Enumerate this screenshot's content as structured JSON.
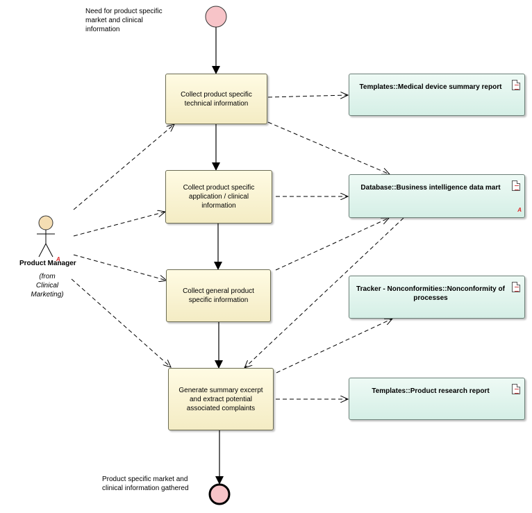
{
  "start_note": "Need for product specific market and clinical information",
  "end_note": "Product specific market and clinical information gathered",
  "actor": {
    "name": "Product Manager",
    "marker": "A",
    "from_line1": "(from",
    "from_line2": "Clinical",
    "from_line3": "Marketing)"
  },
  "activities": [
    {
      "label": "Collect product specific technical information"
    },
    {
      "label": "Collect product specific application / clinical information"
    },
    {
      "label": "Collect general product specific information"
    },
    {
      "label": "Generate summary excerpt and extract potential associated complaints"
    }
  ],
  "artifacts": [
    {
      "label": "Templates::Medical device summary report"
    },
    {
      "label": "Database::Business intelligence data mart",
      "marker": "A"
    },
    {
      "label": "Tracker - Nonconformities::Nonconformity of processes"
    },
    {
      "label": "Templates::Product research report"
    }
  ],
  "colors": {
    "start_fill": "#f7c4c8",
    "end_fill": "#f7c4c8",
    "activity_fill": "#fcf6d6",
    "artifact_fill": "#dff4ec",
    "actor_head": "#f5deb3"
  }
}
